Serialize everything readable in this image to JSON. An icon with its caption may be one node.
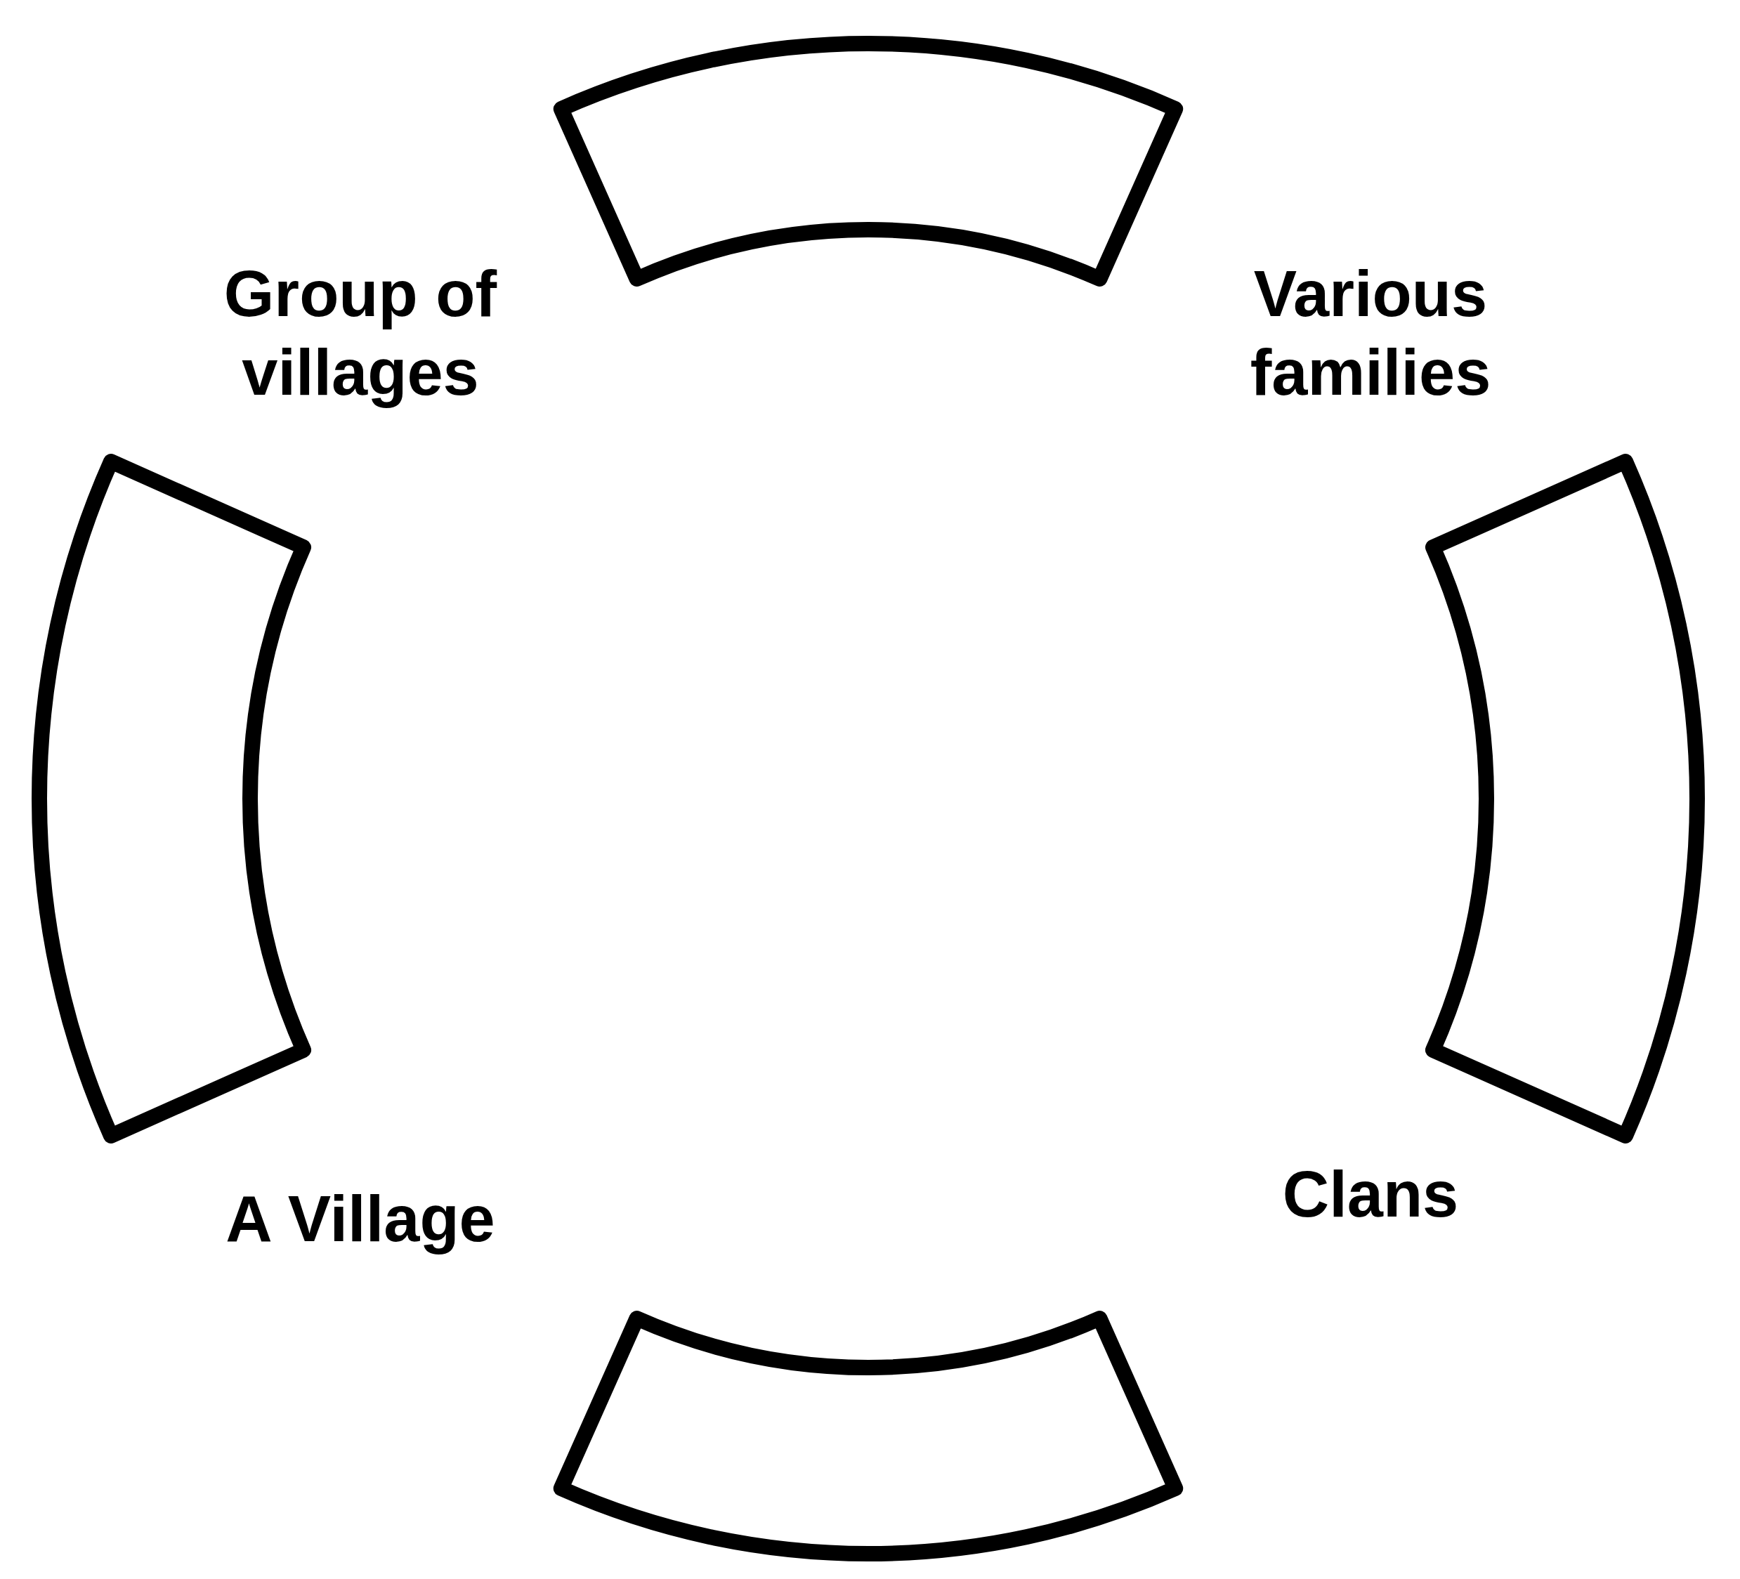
{
  "diagram": {
    "nodes": [
      {
        "text": [],
        "shape": "band"
      },
      {
        "text": [],
        "shape": "band"
      },
      {
        "text": [],
        "shape": "band"
      },
      {
        "text": [],
        "shape": "band"
      }
    ],
    "labels": [
      "Group of villages",
      "Various families",
      "A Village",
      "Clans"
    ]
  }
}
